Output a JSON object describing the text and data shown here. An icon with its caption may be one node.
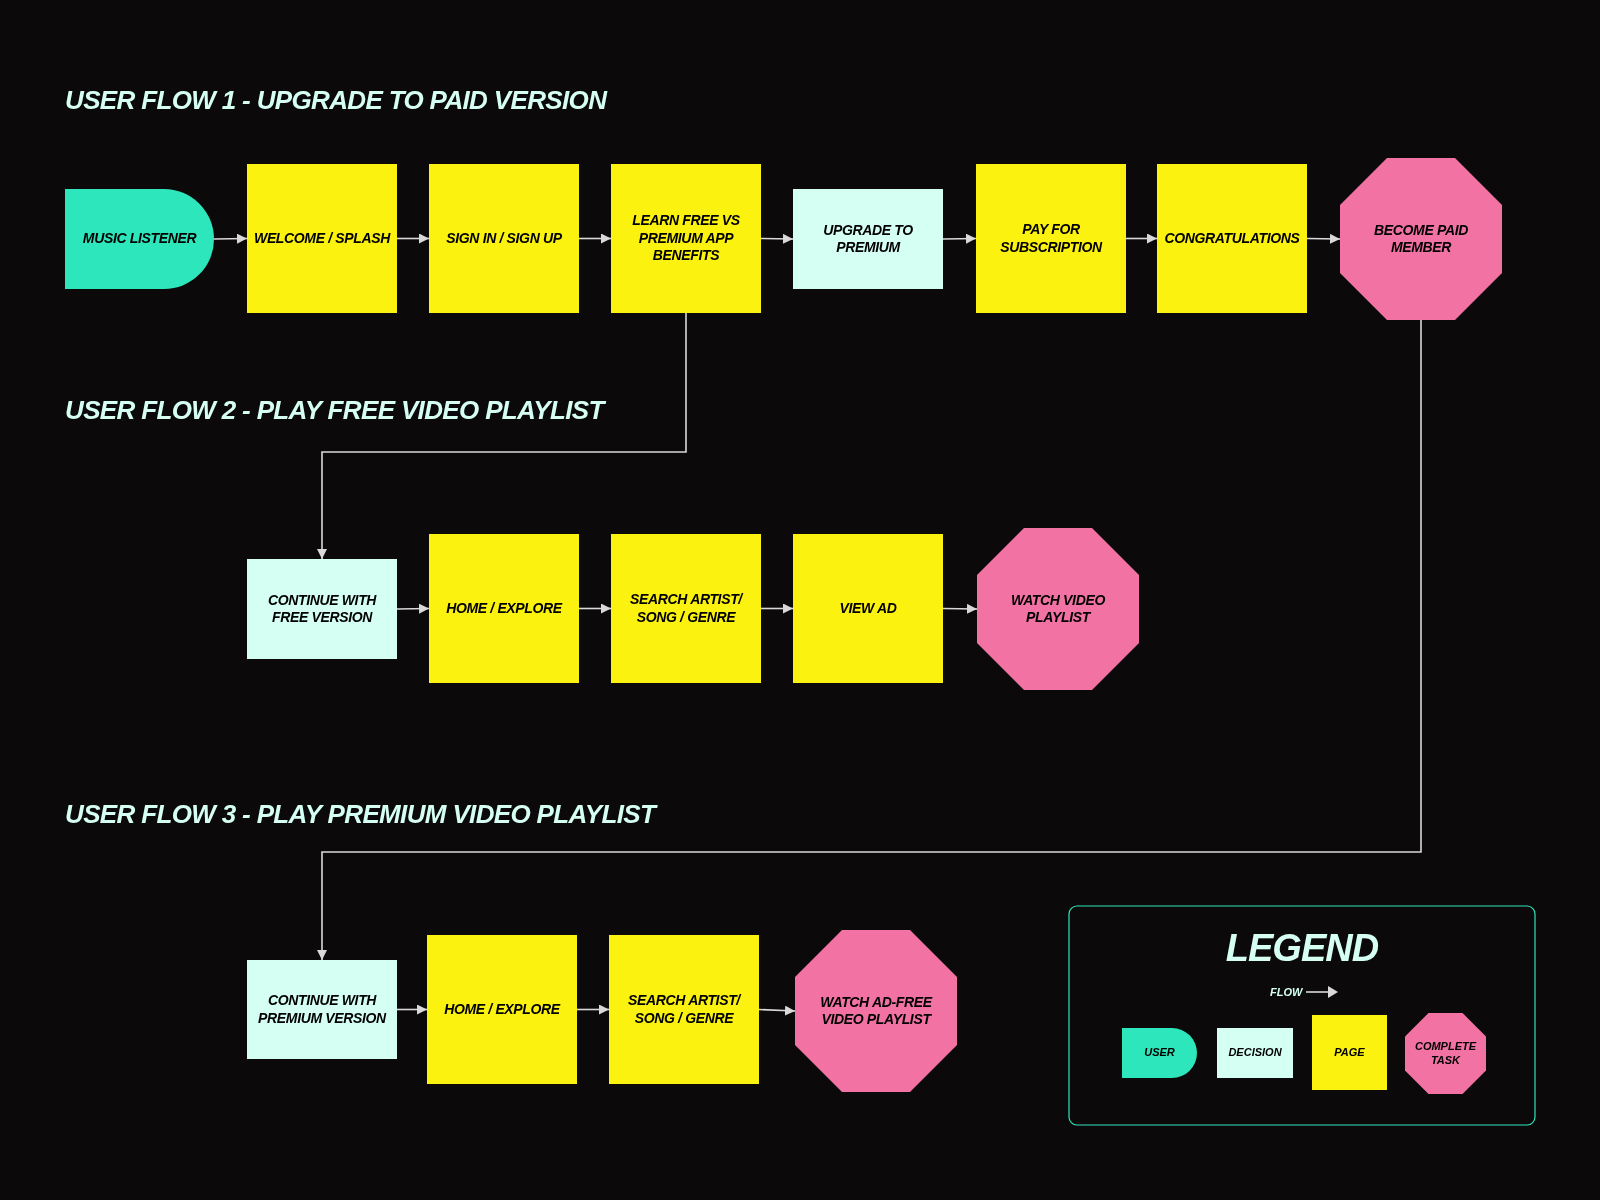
{
  "diagram": {
    "nodes": [
      {
        "text": [
          "MUSIC LISTENER"
        ]
      },
      {
        "text": [
          "WELCOME / SPLASH"
        ]
      },
      {
        "text": [
          "SIGN IN / SIGN UP"
        ]
      },
      {
        "text": [
          "LEARN FREE VS PREMIUM APP BENEFITS"
        ]
      },
      {
        "text": [
          "UPGRADE TO PREMIUM"
        ]
      },
      {
        "text": [
          "PAY FOR SUBSCRIPTION"
        ]
      },
      {
        "text": [
          "CONGRATULATIONS"
        ]
      },
      {
        "text": [
          "BECOME PAID MEMBER"
        ]
      },
      {
        "text": [
          "CONTINUE WITH FREE VERSION"
        ]
      },
      {
        "text": [
          "HOME / EXPLORE"
        ]
      },
      {
        "text": [
          "SEARCH ARTIST/ SONG / GENRE"
        ]
      },
      {
        "text": [
          "VIEW AD"
        ]
      },
      {
        "text": [
          "WATCH VIDEO PLAYLIST"
        ]
      },
      {
        "text": [
          "CONTINUE WITH PREMIUM VERSION"
        ]
      },
      {
        "text": [
          "HOME / EXPLORE"
        ]
      },
      {
        "text": [
          "SEARCH ARTIST/ SONG / GENRE"
        ]
      },
      {
        "text": [
          "WATCH AD-FREE VIDEO PLAYLIST"
        ]
      }
    ],
    "edges": [
      {
        "from": 0,
        "to": 1,
        "arrow": "to"
      },
      {
        "from": 1,
        "to": 2,
        "arrow": "to"
      },
      {
        "from": 2,
        "to": 3,
        "arrow": "to"
      },
      {
        "from": 3,
        "to": 4,
        "arrow": "to"
      },
      {
        "from": 4,
        "to": 5,
        "arrow": "to"
      },
      {
        "from": 5,
        "to": 6,
        "arrow": "to"
      },
      {
        "from": 6,
        "to": 7,
        "arrow": "to"
      },
      {
        "from": 3,
        "to": 8,
        "arrow": "to"
      },
      {
        "from": 8,
        "to": 9,
        "arrow": "to"
      },
      {
        "from": 9,
        "to": 10,
        "arrow": "to"
      },
      {
        "from": 10,
        "to": 11,
        "arrow": "to"
      },
      {
        "from": 11,
        "to": 12,
        "arrow": "to"
      },
      {
        "from": 7,
        "to": 13,
        "arrow": "to"
      },
      {
        "from": 13,
        "to": 14,
        "arrow": "to"
      },
      {
        "from": 14,
        "to": 15,
        "arrow": "to"
      },
      {
        "from": 15,
        "to": 16,
        "arrow": "to"
      }
    ],
    "labels": [
      "USER FLOW 1 - UPGRADE TO PAID VERSION",
      "USER FLOW 2 - PLAY FREE VIDEO PLAYLIST",
      "USER FLOW 3 - PLAY PREMIUM VIDEO PLAYLIST",
      "LEGEND"
    ],
    "legend": [
      {
        "text": "FLOW"
      },
      {
        "text": "USER",
        "color": "#2ee6bb"
      },
      {
        "text": "DECISION",
        "color": "#d6fff4"
      },
      {
        "text": "PAGE",
        "color": "#fcf20f"
      },
      {
        "text": "COMPLETE TASK",
        "color": "#f273a3"
      }
    ]
  }
}
